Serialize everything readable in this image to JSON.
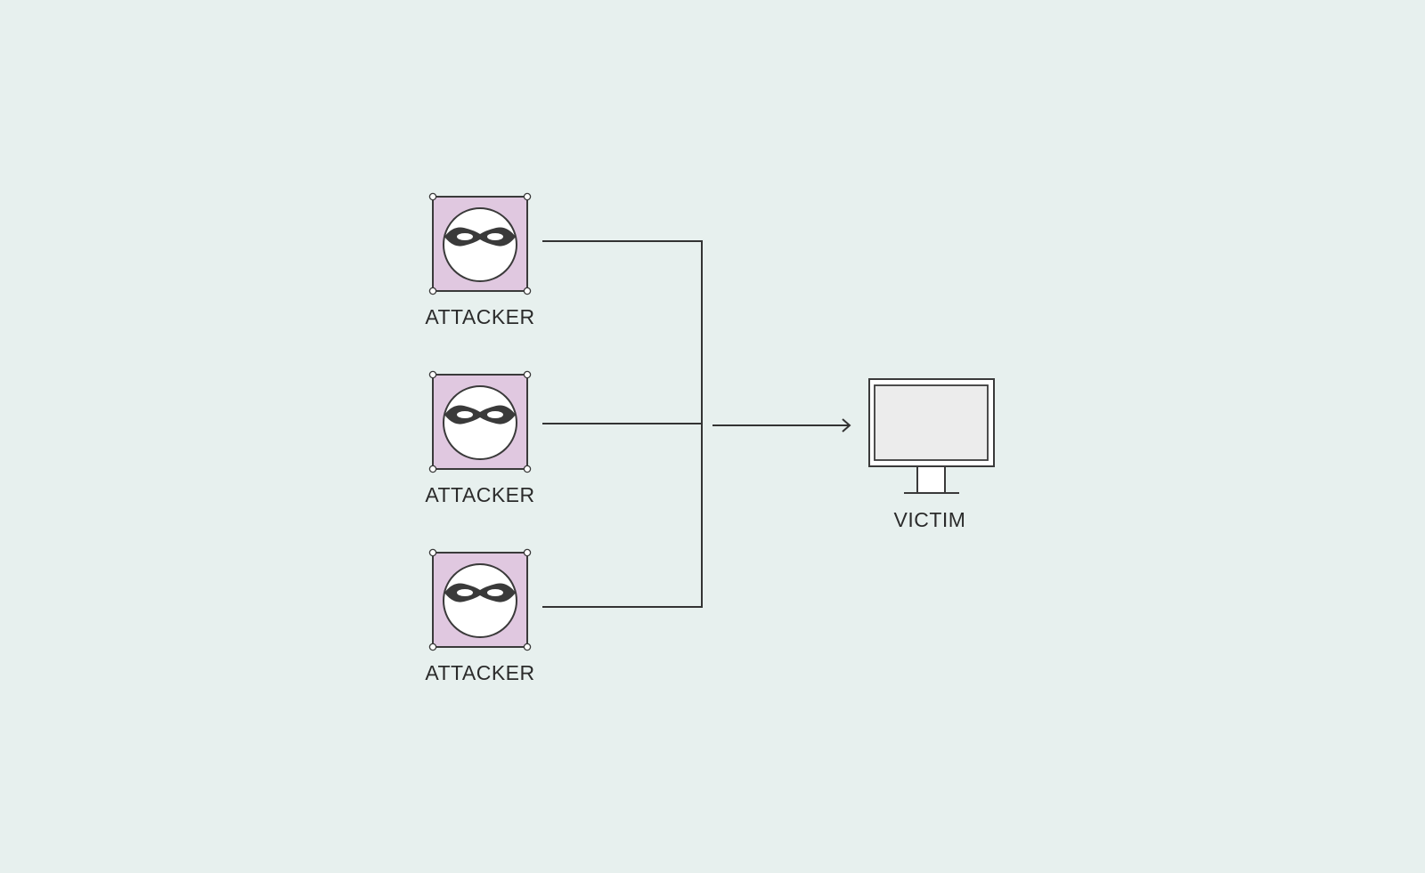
{
  "diagram": {
    "attackers": [
      {
        "label": "ATTACKER"
      },
      {
        "label": "ATTACKER"
      },
      {
        "label": "ATTACKER"
      }
    ],
    "victim": {
      "label": "VICTIM"
    },
    "icons": {
      "attacker": "masked-attacker-icon",
      "victim": "computer-monitor-icon",
      "arrow": "arrow-right-icon"
    },
    "colors": {
      "background": "#e7f0ee",
      "attacker_box": "#e0c8e0",
      "line": "#333333",
      "mask": "#3a3a3a",
      "screen": "#ececec"
    }
  }
}
